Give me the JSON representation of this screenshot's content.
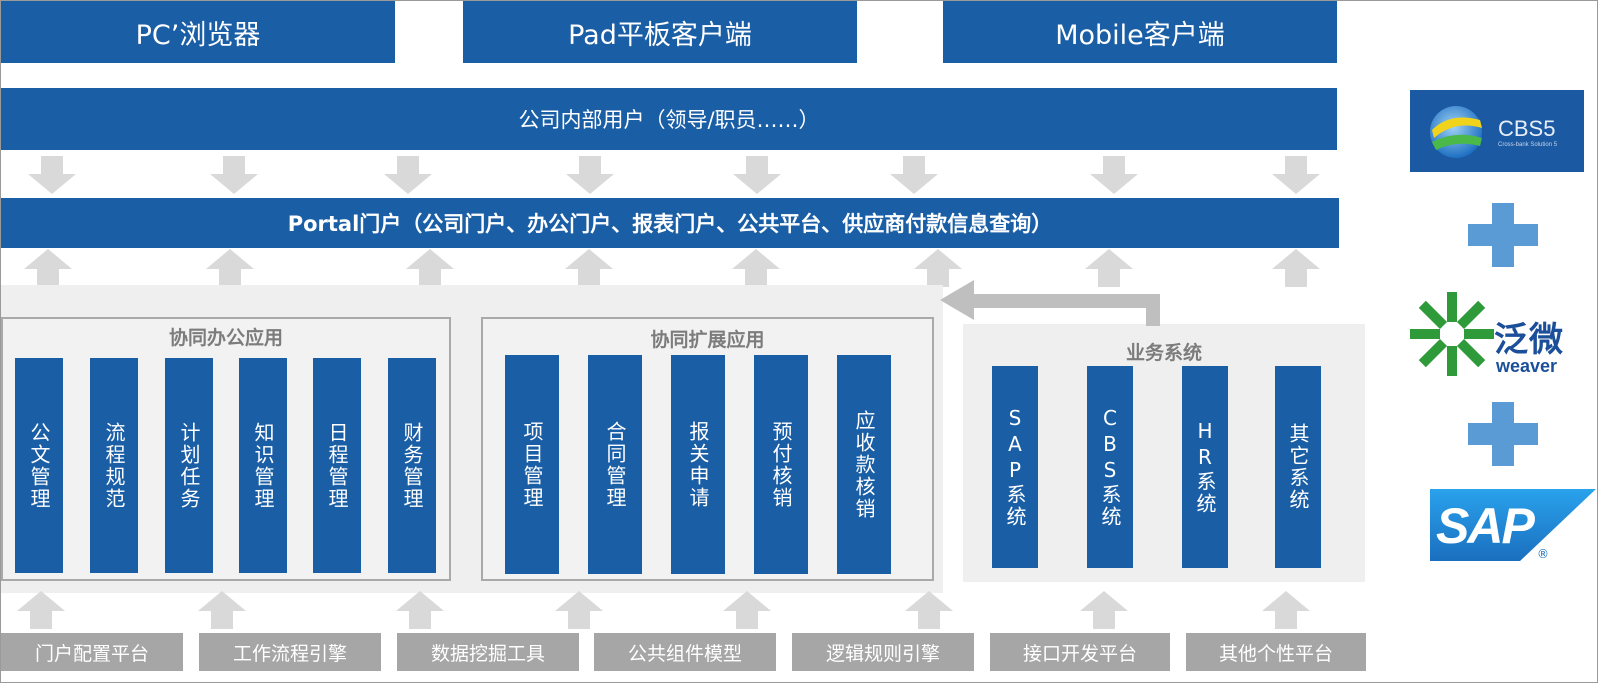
{
  "clients": [
    {
      "label": "PC’浏览器"
    },
    {
      "label": "Pad平板客户端"
    },
    {
      "label": "Mobile客户端"
    }
  ],
  "users_bar": "公司内部用户（领导/职员……）",
  "portal_bar": "Portal门户（公司门户、办公门户、报表门户、公共平台、供应商付款信息查询）",
  "office_group": {
    "title": "协同办公应用",
    "items": [
      "公文管理",
      "流程规范",
      "计划任务",
      "知识管理",
      "日程管理",
      "财务管理"
    ]
  },
  "extension_group": {
    "title": "协同扩展应用",
    "items": [
      "项目管理",
      "合同管理",
      "报关申请",
      "预付核销",
      "应收款核销"
    ]
  },
  "business_group": {
    "title": "业务系统",
    "items": [
      "SAP系统",
      "CBS系统",
      "HR系统",
      "其它系统"
    ]
  },
  "tools": [
    "门户配置平台",
    "工作流程引擎",
    "数据挖掘工具",
    "公共组件模型",
    "逻辑规则引擎",
    "接口开发平台",
    "其他个性平台"
  ],
  "logos": {
    "cbs5": {
      "text": "CBS5",
      "subtext": "Cross-bank Solution 5"
    },
    "weaver": {
      "cn": "泛微",
      "en": "weaver"
    },
    "sap": {
      "text": "SAP",
      "mark": "®"
    }
  },
  "colors": {
    "primary_blue": "#1a5ea6",
    "arrow_gray": "#d9d9d9",
    "tool_gray": "#a6a6a6",
    "plus_blue": "#5b9bd5",
    "weaver_green": "#2e9a3a",
    "weaver_blue": "#1b4f9a",
    "sap_blue": "#1d8fd8"
  }
}
